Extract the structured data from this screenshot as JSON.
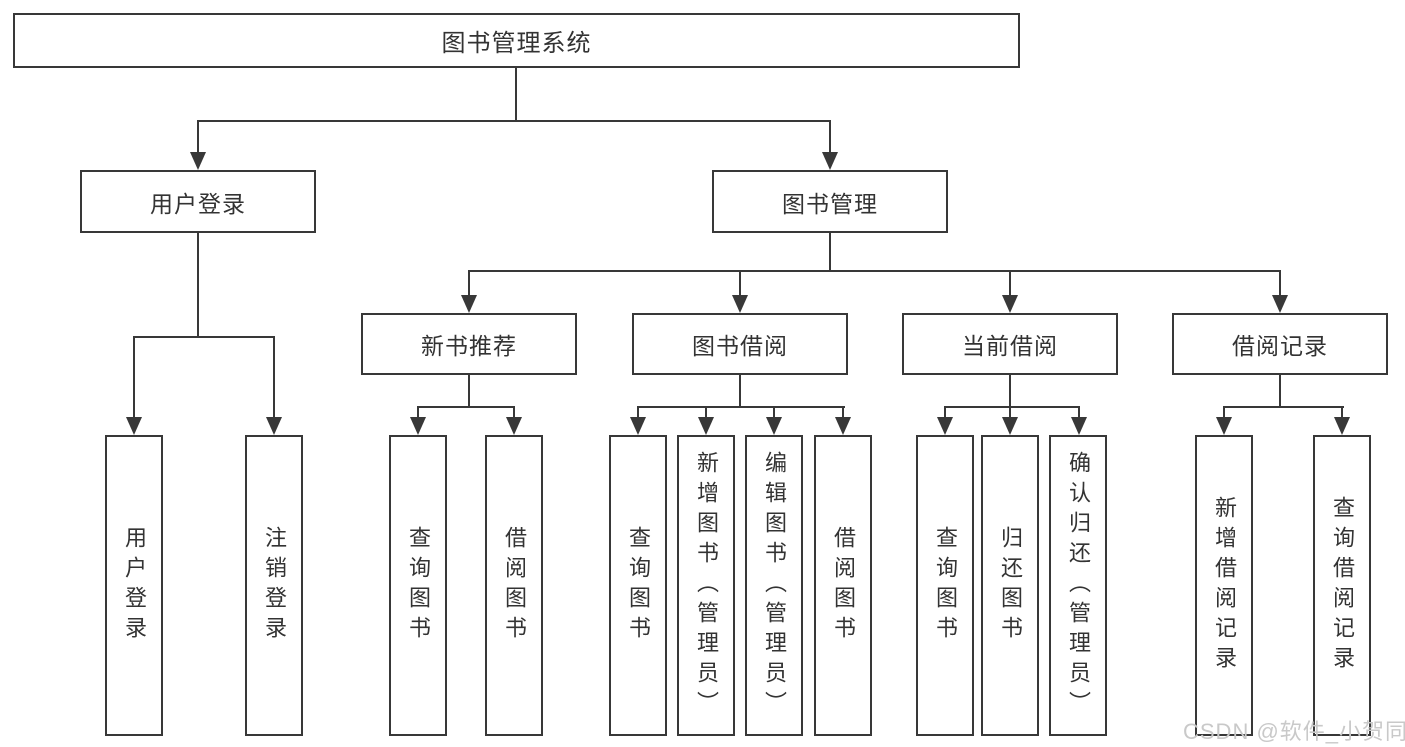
{
  "diagram": {
    "root": {
      "label": "图书管理系统"
    },
    "level2": [
      {
        "label": "用户登录",
        "children": [
          {
            "label": "用户登录"
          },
          {
            "label": "注销登录"
          }
        ]
      },
      {
        "label": "图书管理",
        "children": [
          {
            "label": "新书推荐",
            "children": [
              {
                "label": "查询图书"
              },
              {
                "label": "借阅图书"
              }
            ]
          },
          {
            "label": "图书借阅",
            "children": [
              {
                "label": "查询图书"
              },
              {
                "label": "新增图书（管理员）"
              },
              {
                "label": "编辑图书（管理员）"
              },
              {
                "label": "借阅图书"
              }
            ]
          },
          {
            "label": "当前借阅",
            "children": [
              {
                "label": "查询图书"
              },
              {
                "label": "归还图书"
              },
              {
                "label": "确认归还（管理员）"
              }
            ]
          },
          {
            "label": "借阅记录",
            "children": [
              {
                "label": "新增借阅记录"
              },
              {
                "label": "查询借阅记录"
              }
            ]
          }
        ]
      }
    ]
  },
  "watermark": {
    "text": "CSDN @软件_小贺同学"
  },
  "colors": {
    "line": "#383838",
    "box_border": "#383838",
    "text": "#333333",
    "background": "#ffffff",
    "watermark": "#c9c9c9"
  }
}
